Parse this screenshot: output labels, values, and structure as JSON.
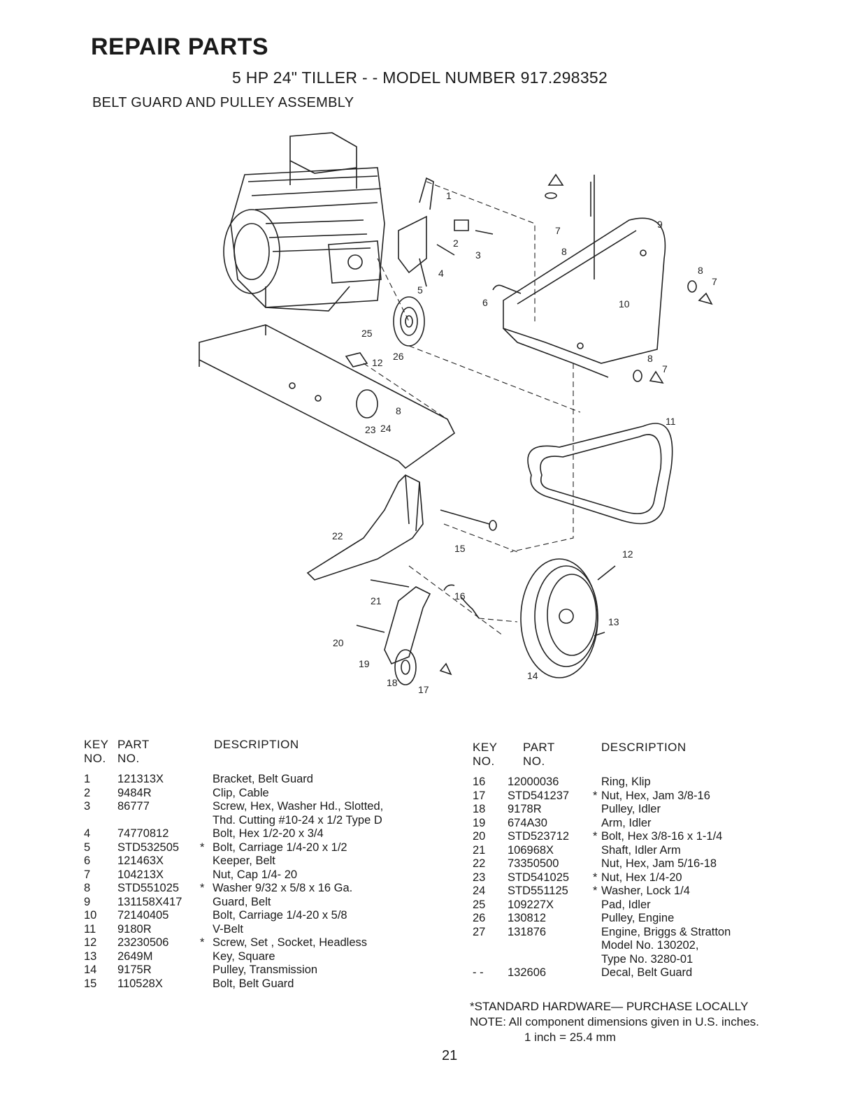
{
  "header": {
    "title": "REPAIR PARTS",
    "subtitle": "5 HP 24\" TILLER - - MODEL NUMBER 917.298352",
    "section": "BELT GUARD AND PULLEY ASSEMBLY"
  },
  "diagram": {
    "callouts": [
      "1",
      "2",
      "3",
      "4",
      "5",
      "6",
      "7",
      "8",
      "9",
      "8",
      "7",
      "10",
      "8",
      "7",
      "11",
      "25",
      "26",
      "12",
      "8",
      "23",
      "24",
      "22",
      "15",
      "12",
      "16",
      "21",
      "13",
      "20",
      "19",
      "18",
      "17",
      "14"
    ]
  },
  "table_headers": {
    "key_line1": "KEY",
    "key_line2": "NO.",
    "part_line1": "PART",
    "part_line2": "NO.",
    "description": "DESCRIPTION"
  },
  "left_rows": [
    {
      "key": "1",
      "part": "121313X",
      "star": "",
      "desc": "Bracket, Belt Guard"
    },
    {
      "key": "2",
      "part": "9484R",
      "star": "",
      "desc": "Clip, Cable"
    },
    {
      "key": "3",
      "part": "86777",
      "star": "",
      "desc": "Screw, Hex, Washer Hd., Slotted,"
    },
    {
      "key": "",
      "part": "",
      "star": "",
      "desc": "Thd. Cutting  #10-24 x 1/2 Type D"
    },
    {
      "key": "4",
      "part": "74770812",
      "star": "",
      "desc": "Bolt, Hex  1/2-20 x 3/4"
    },
    {
      "key": "5",
      "part": "STD532505",
      "star": "*",
      "desc": "Bolt, Carriage  1/4-20 x 1/2"
    },
    {
      "key": "6",
      "part": "121463X",
      "star": "",
      "desc": "Keeper, Belt"
    },
    {
      "key": "7",
      "part": "104213X",
      "star": "",
      "desc": "Nut, Cap  1/4- 20"
    },
    {
      "key": "8",
      "part": "STD551025",
      "star": "*",
      "desc": "Washer  9/32 x 5/8 x 16 Ga."
    },
    {
      "key": "9",
      "part": "131158X417",
      "star": "",
      "desc": "Guard, Belt"
    },
    {
      "key": "10",
      "part": "72140405",
      "star": "",
      "desc": "Bolt, Carriage  1/4-20 x 5/8"
    },
    {
      "key": "11",
      "part": "9180R",
      "star": "",
      "desc": "V-Belt"
    },
    {
      "key": "12",
      "part": "23230506",
      "star": "*",
      "desc": "Screw, Set , Socket, Headless"
    },
    {
      "key": "13",
      "part": "2649M",
      "star": "",
      "desc": "Key, Square"
    },
    {
      "key": "14",
      "part": "9175R",
      "star": "",
      "desc": "Pulley, Transmission"
    },
    {
      "key": "15",
      "part": "110528X",
      "star": "",
      "desc": "Bolt, Belt Guard"
    }
  ],
  "right_rows": [
    {
      "key": "16",
      "part": "12000036",
      "star": "",
      "desc": "Ring, Klip"
    },
    {
      "key": "17",
      "part": "STD541237",
      "star": "*",
      "desc": "Nut, Hex, Jam  3/8-16"
    },
    {
      "key": "18",
      "part": "9178R",
      "star": "",
      "desc": "Pulley, Idler"
    },
    {
      "key": "19",
      "part": "674A30",
      "star": "",
      "desc": "Arm, Idler"
    },
    {
      "key": "20",
      "part": "STD523712",
      "star": "*",
      "desc": "Bolt, Hex   3/8-16 x  1-1/4"
    },
    {
      "key": "21",
      "part": "106968X",
      "star": "",
      "desc": "Shaft, Idler Arm"
    },
    {
      "key": "22",
      "part": "73350500",
      "star": "",
      "desc": "Nut, Hex, Jam  5/16-18"
    },
    {
      "key": "23",
      "part": "STD541025",
      "star": "*",
      "desc": "Nut, Hex  1/4-20"
    },
    {
      "key": "24",
      "part": "STD551125",
      "star": "*",
      "desc": "Washer, Lock  1/4"
    },
    {
      "key": "25",
      "part": "109227X",
      "star": "",
      "desc": "Pad, Idler"
    },
    {
      "key": "26",
      "part": "130812",
      "star": "",
      "desc": "Pulley, Engine"
    },
    {
      "key": "27",
      "part": "131876",
      "star": "",
      "desc": "Engine, Briggs & Stratton"
    },
    {
      "key": "",
      "part": "",
      "star": "",
      "desc": "Model No. 130202,"
    },
    {
      "key": "",
      "part": "",
      "star": "",
      "desc": "Type No. 3280-01"
    },
    {
      "key": "- -",
      "part": "132606",
      "star": "",
      "desc": "Decal, Belt Guard"
    }
  ],
  "notes": {
    "standard_hardware": "*STANDARD HARDWARE— PURCHASE LOCALLY",
    "note_label": "NOTE:",
    "note_text": "All component dimensions given in U.S. inches.",
    "note_conversion": "1 inch = 25.4 mm"
  },
  "page_number": "21"
}
